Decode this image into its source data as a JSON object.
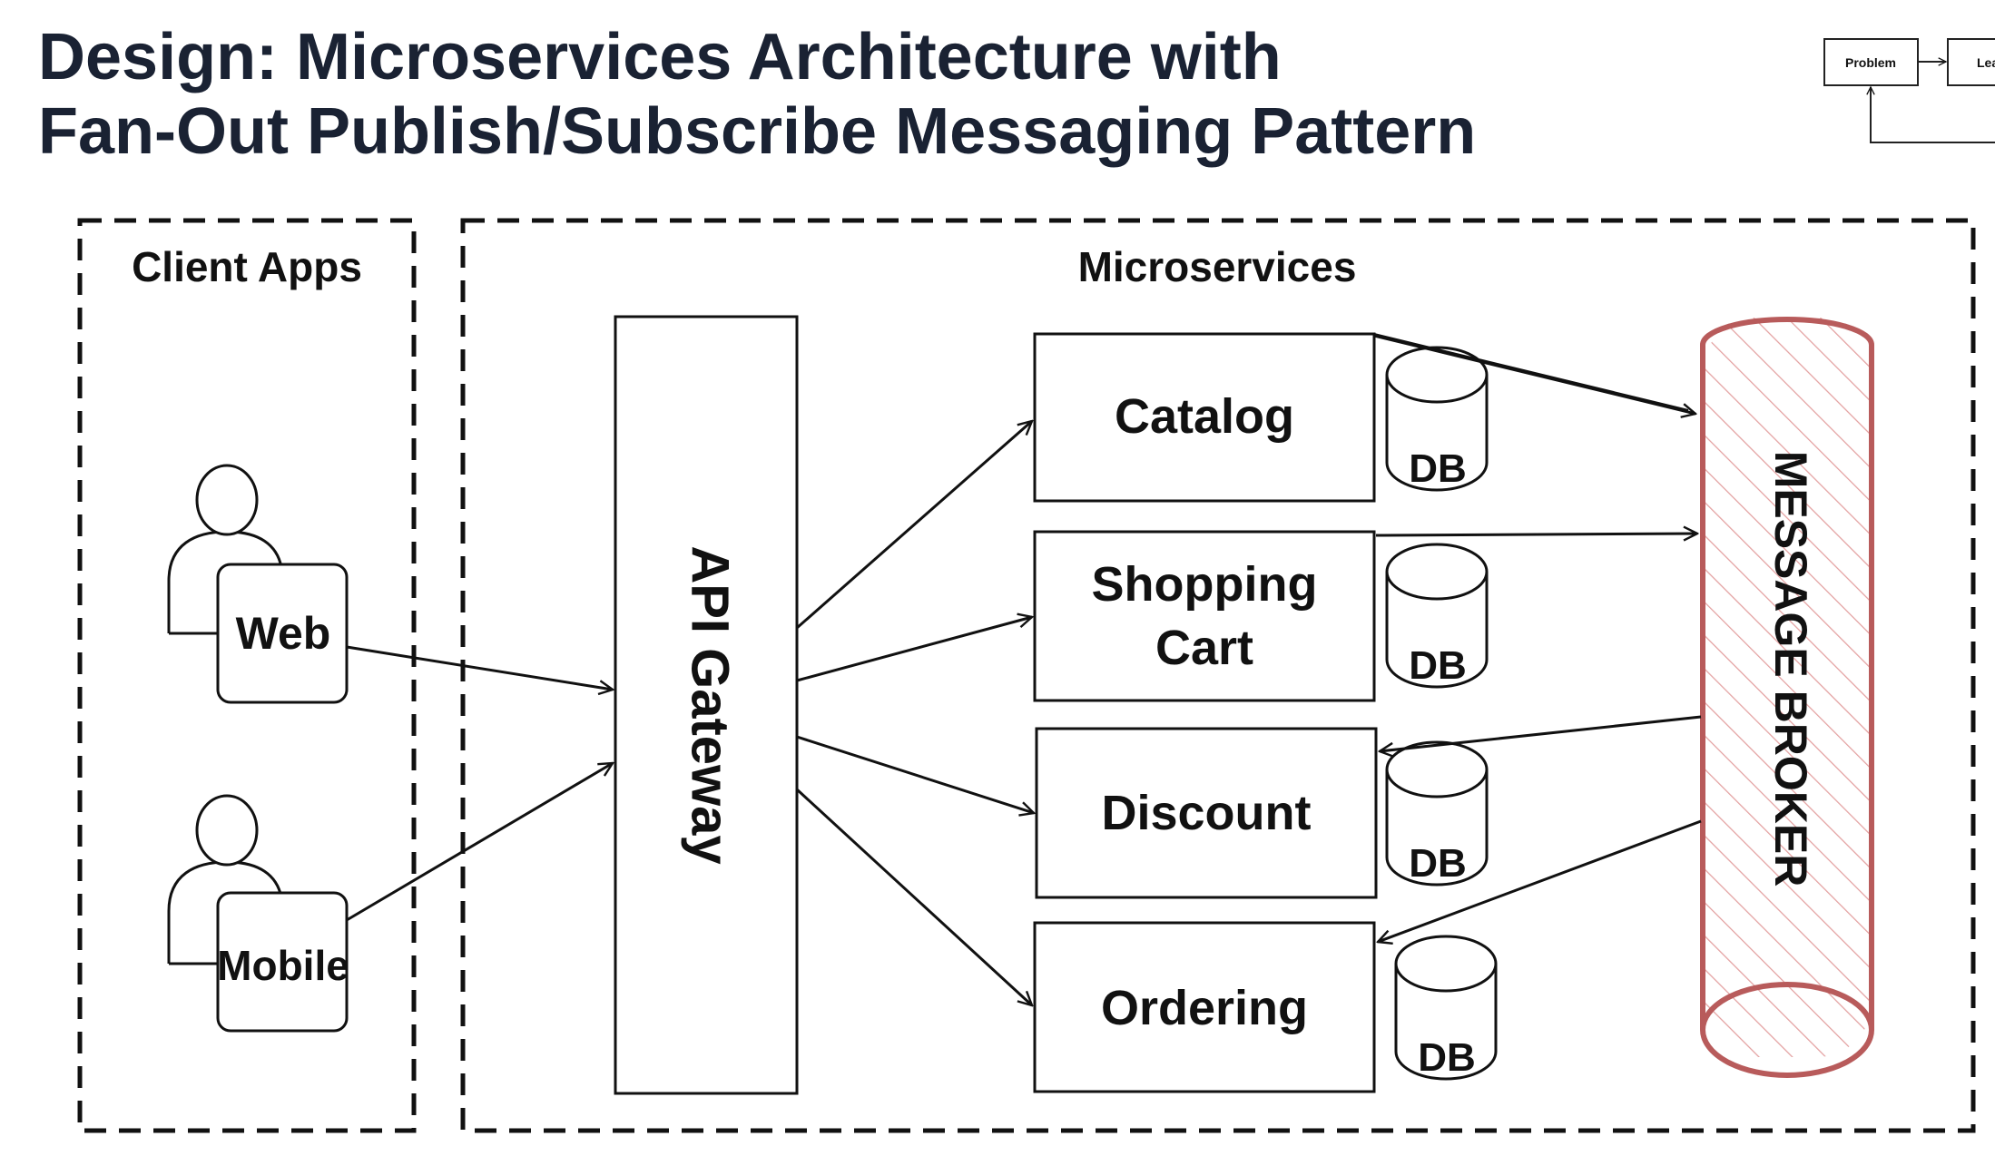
{
  "title": {
    "line1": "Design: Microservices Architecture with",
    "line2": "Fan-Out Publish/Subscribe Messaging Pattern"
  },
  "mini_diagram": {
    "box1": "Problem",
    "box2": "Lea"
  },
  "groups": {
    "client_apps": "Client Apps",
    "microservices": "Microservices"
  },
  "clients": {
    "web": "Web",
    "mobile": "Mobile"
  },
  "gateway": "API Gateway",
  "services": {
    "catalog": "Catalog",
    "cart_line1": "Shopping",
    "cart_line2": "Cart",
    "discount": "Discount",
    "ordering": "Ordering"
  },
  "db_label": "DB",
  "broker": "MESSAGE BROKER",
  "colors": {
    "title": "#1a2233",
    "broker": "#b85b5b",
    "stroke": "#111111"
  }
}
